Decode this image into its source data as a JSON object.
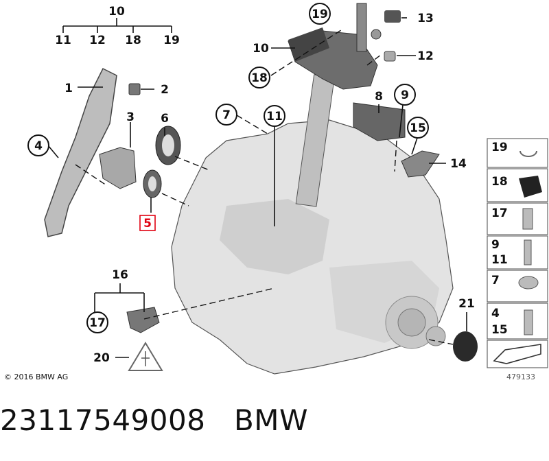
{
  "callouts": [
    {
      "id": "c10",
      "label": "10"
    },
    {
      "id": "c11",
      "label": "11"
    },
    {
      "id": "c12",
      "label": "12"
    },
    {
      "id": "c18",
      "label": "18"
    },
    {
      "id": "c19",
      "label": "19"
    },
    {
      "id": "c1",
      "label": "1"
    },
    {
      "id": "c2",
      "label": "2"
    },
    {
      "id": "c3",
      "label": "3"
    },
    {
      "id": "c4",
      "label": "4"
    },
    {
      "id": "c5",
      "label": "5"
    },
    {
      "id": "c6",
      "label": "6"
    },
    {
      "id": "c7",
      "label": "7"
    },
    {
      "id": "c8",
      "label": "8"
    },
    {
      "id": "c9",
      "label": "9"
    },
    {
      "id": "c13",
      "label": "13"
    },
    {
      "id": "c14",
      "label": "14"
    },
    {
      "id": "c15",
      "label": "15"
    },
    {
      "id": "c16",
      "label": "16"
    },
    {
      "id": "c17",
      "label": "17"
    },
    {
      "id": "c20",
      "label": "20"
    },
    {
      "id": "c21",
      "label": "21"
    }
  ],
  "labels": {
    "t10": "10",
    "t11": "11",
    "t12": "12",
    "t18": "18",
    "t19": "19",
    "t1": "1",
    "t2": "2",
    "t3": "3",
    "t5": "5",
    "t6": "6",
    "t8": "8",
    "t12b": "12",
    "t13": "13",
    "t14": "14",
    "t16": "16",
    "t20": "20",
    "t21": "21",
    "t10b": "10"
  },
  "legend": [
    {
      "top": "19",
      "bottom": ""
    },
    {
      "top": "18",
      "bottom": ""
    },
    {
      "top": "17",
      "bottom": ""
    },
    {
      "top": "9",
      "bottom": "11"
    },
    {
      "top": "7",
      "bottom": ""
    },
    {
      "top": "4",
      "bottom": "15"
    }
  ],
  "copyright": "© 2016 BMW AG",
  "image_number": "479133",
  "caption": "23117549008   BMW",
  "colors": {
    "highlight": "#e0000f",
    "part_fill": "#d9d9d9",
    "part_dark": "#333333"
  }
}
